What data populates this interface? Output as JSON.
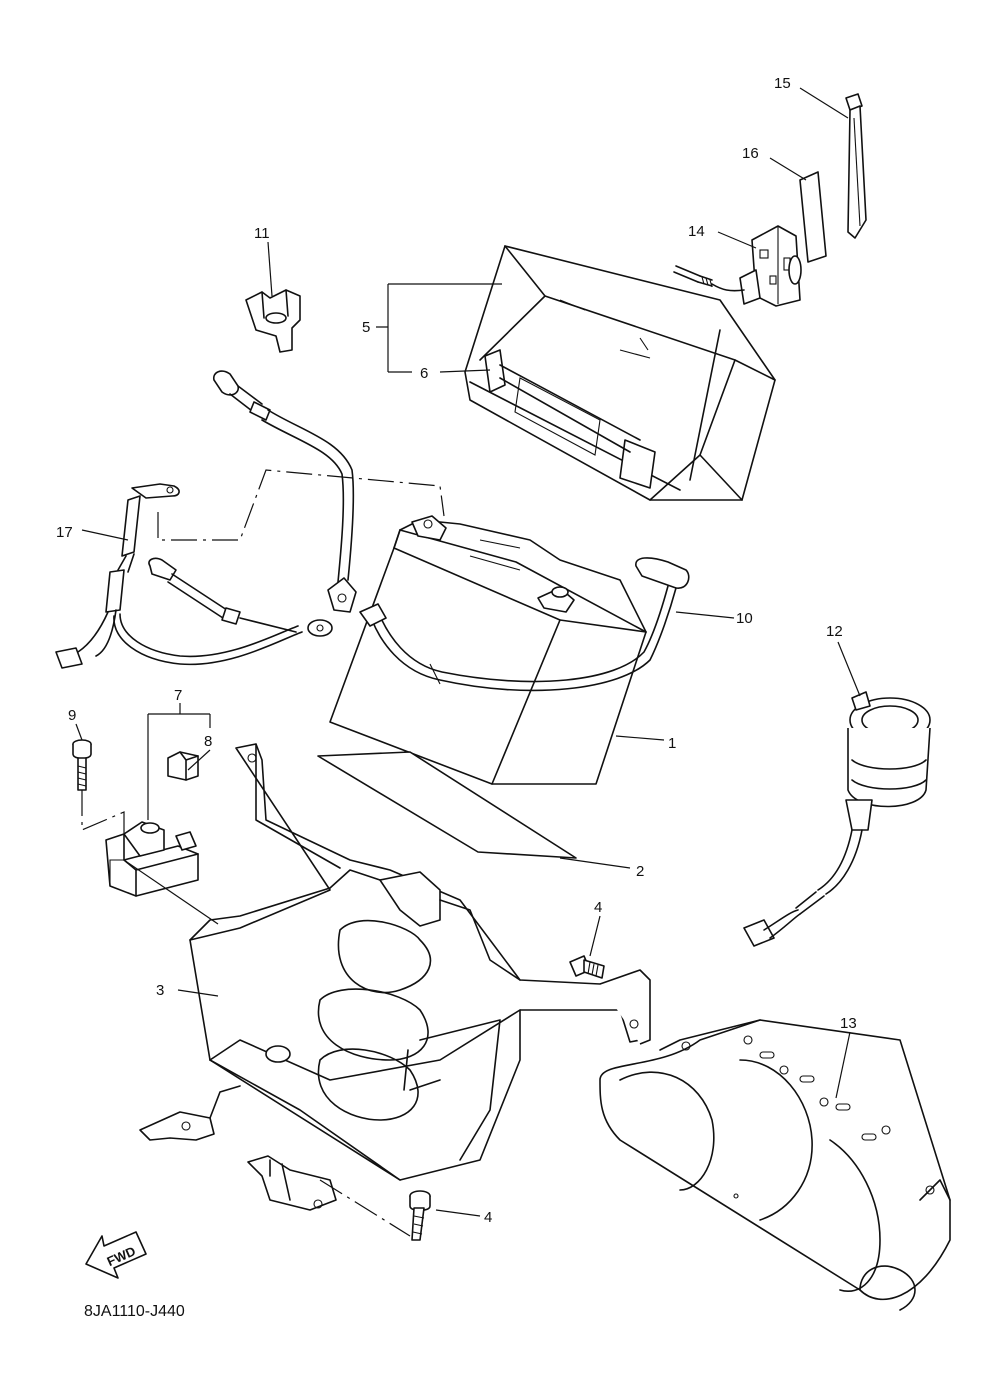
{
  "diagram": {
    "drawing_code": "8JA1110-J440",
    "fwd_label": "FWD",
    "callouts": {
      "c1": "1",
      "c2": "2",
      "c3": "3",
      "c4a": "4",
      "c4b": "4",
      "c5": "5",
      "c6": "6",
      "c7": "7",
      "c8": "8",
      "c9": "9",
      "c10": "10",
      "c11": "11",
      "c12": "12",
      "c13": "13",
      "c14": "14",
      "c15": "15",
      "c16": "16",
      "c17": "17"
    }
  }
}
